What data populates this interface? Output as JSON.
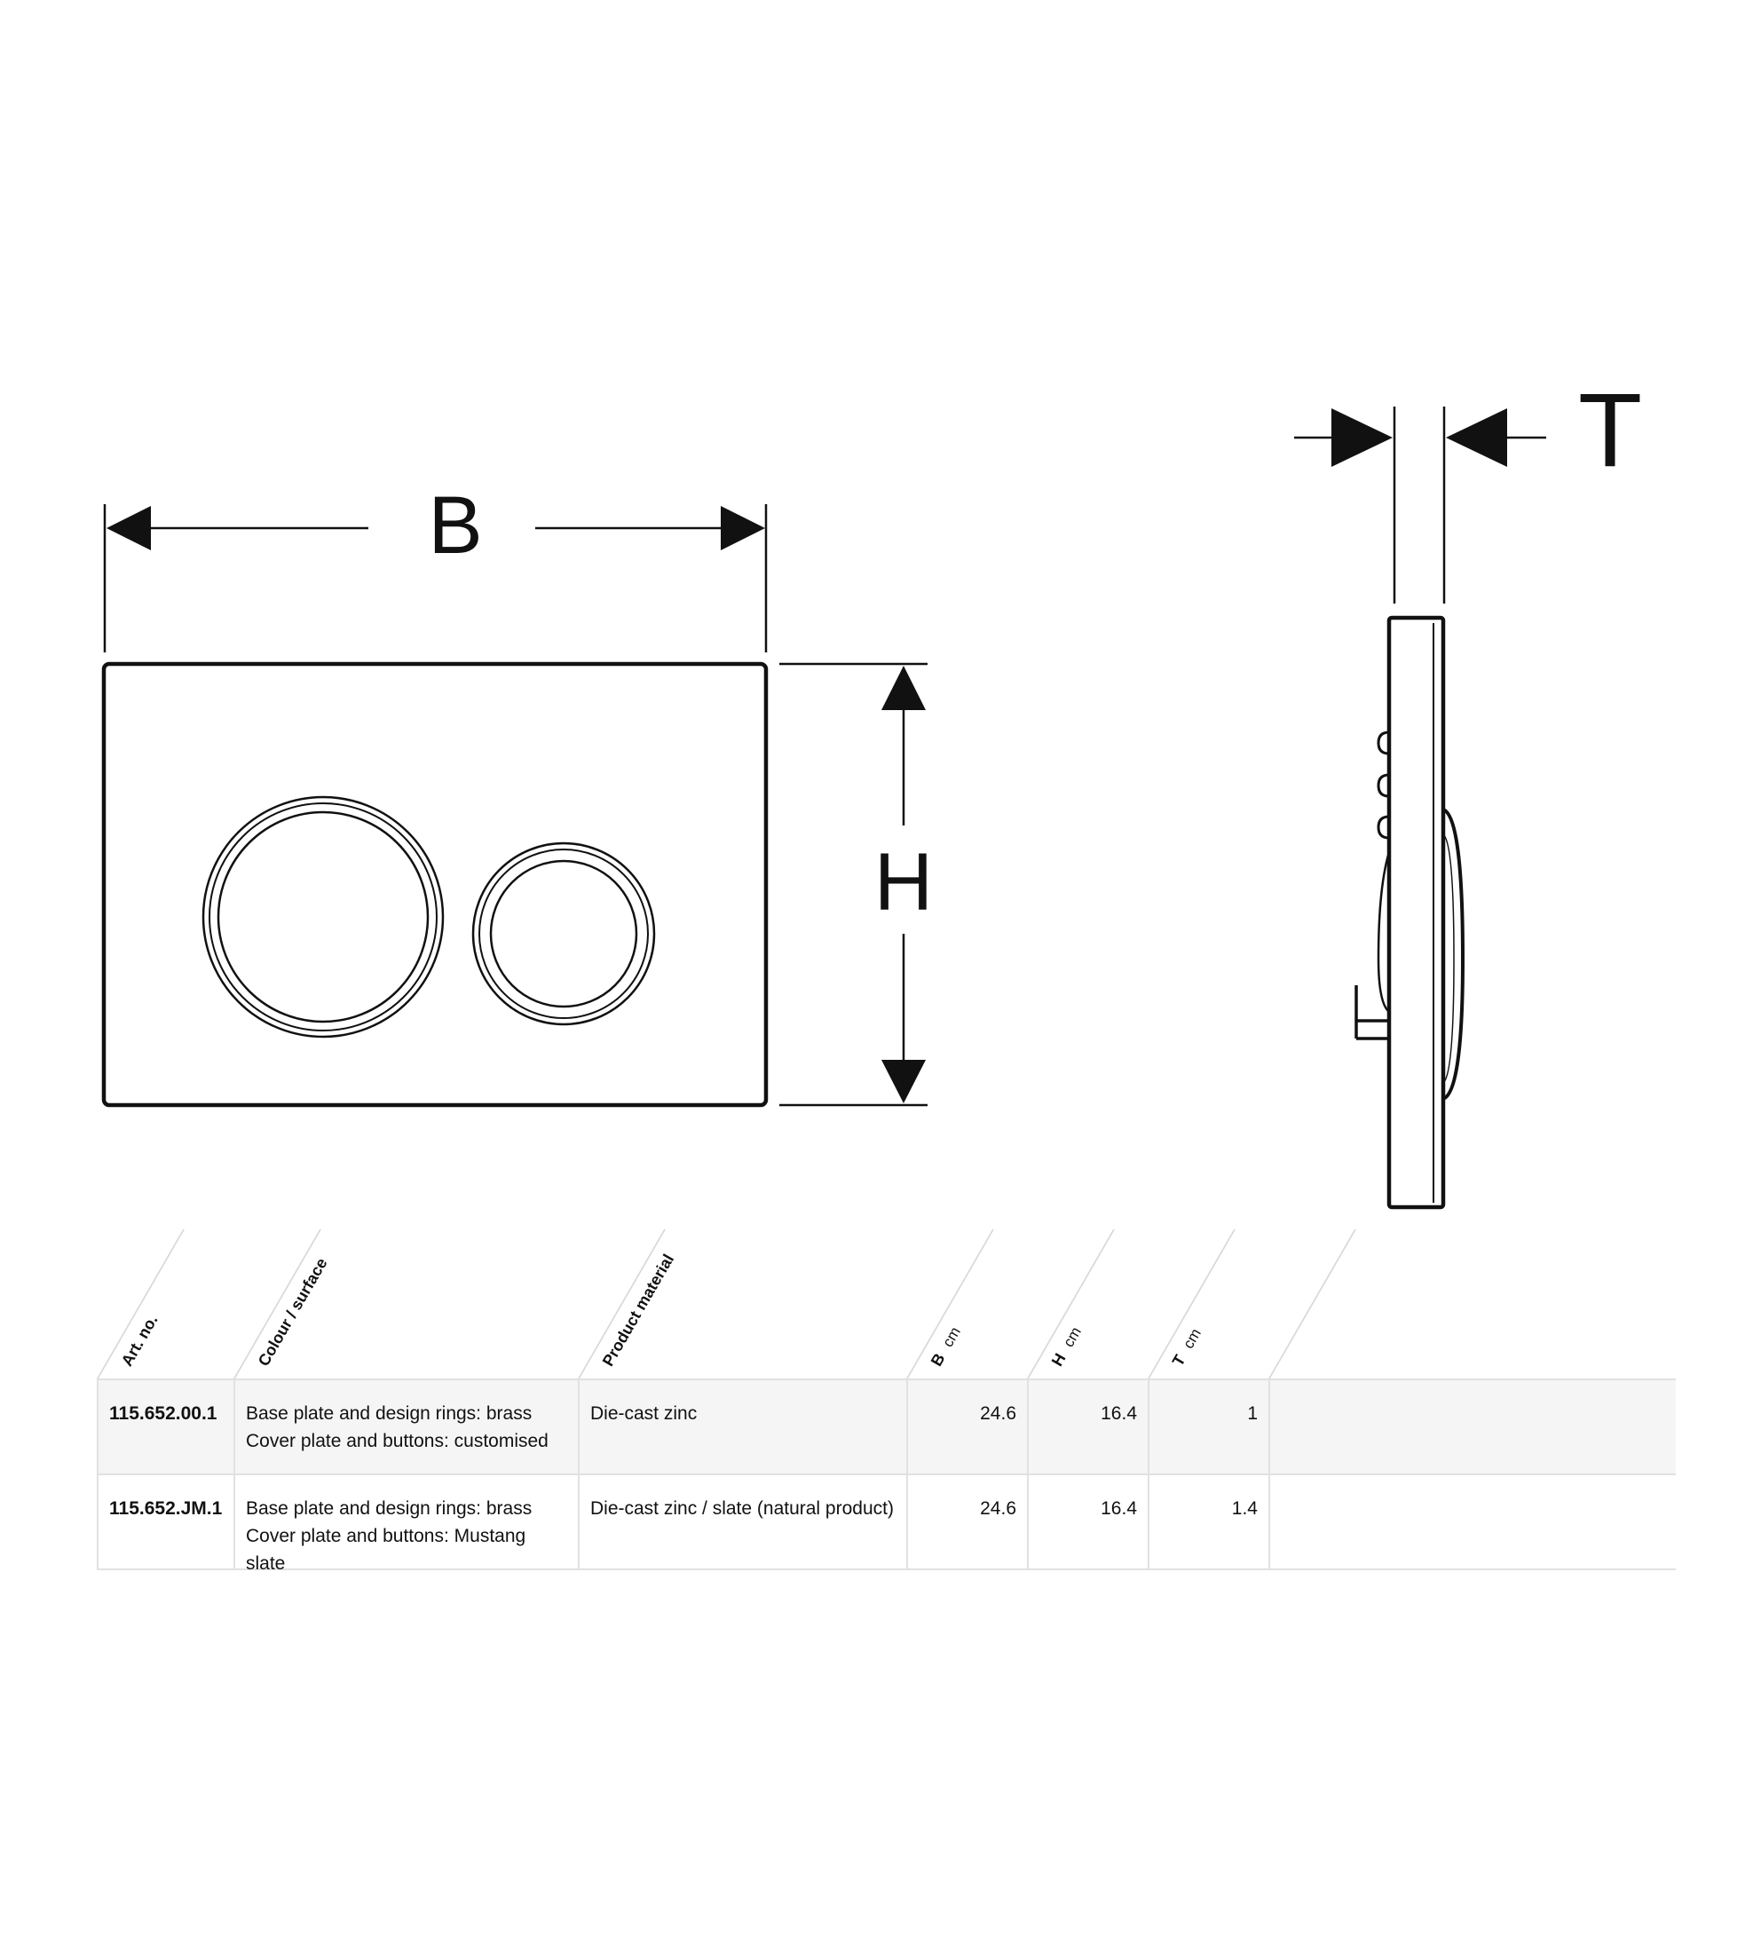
{
  "drawing": {
    "front_view": {
      "width_symbol": "B",
      "height_symbol": "H"
    },
    "side_view": {
      "depth_symbol": "T"
    }
  },
  "table": {
    "headers": {
      "art_no": "Art. no.",
      "colour_surface": "Colour / surface",
      "product_material": "Product material",
      "b": "B",
      "b_unit": "cm",
      "h": "H",
      "h_unit": "cm",
      "t": "T",
      "t_unit": "cm"
    },
    "rows": [
      {
        "art_no": "115.652.00.1",
        "colour_line1": "Base plate and design rings: brass",
        "colour_line2": "Cover plate and buttons: customised",
        "material": "Die-cast zinc",
        "b": "24.6",
        "h": "16.4",
        "t": "1"
      },
      {
        "art_no": "115.652.JM.1",
        "colour_line1": "Base plate and design rings: brass",
        "colour_line2": "Cover plate and buttons: Mustang slate",
        "material": "Die-cast zinc / slate (natural product)",
        "b": "24.6",
        "h": "16.4",
        "t": "1.4"
      }
    ]
  }
}
